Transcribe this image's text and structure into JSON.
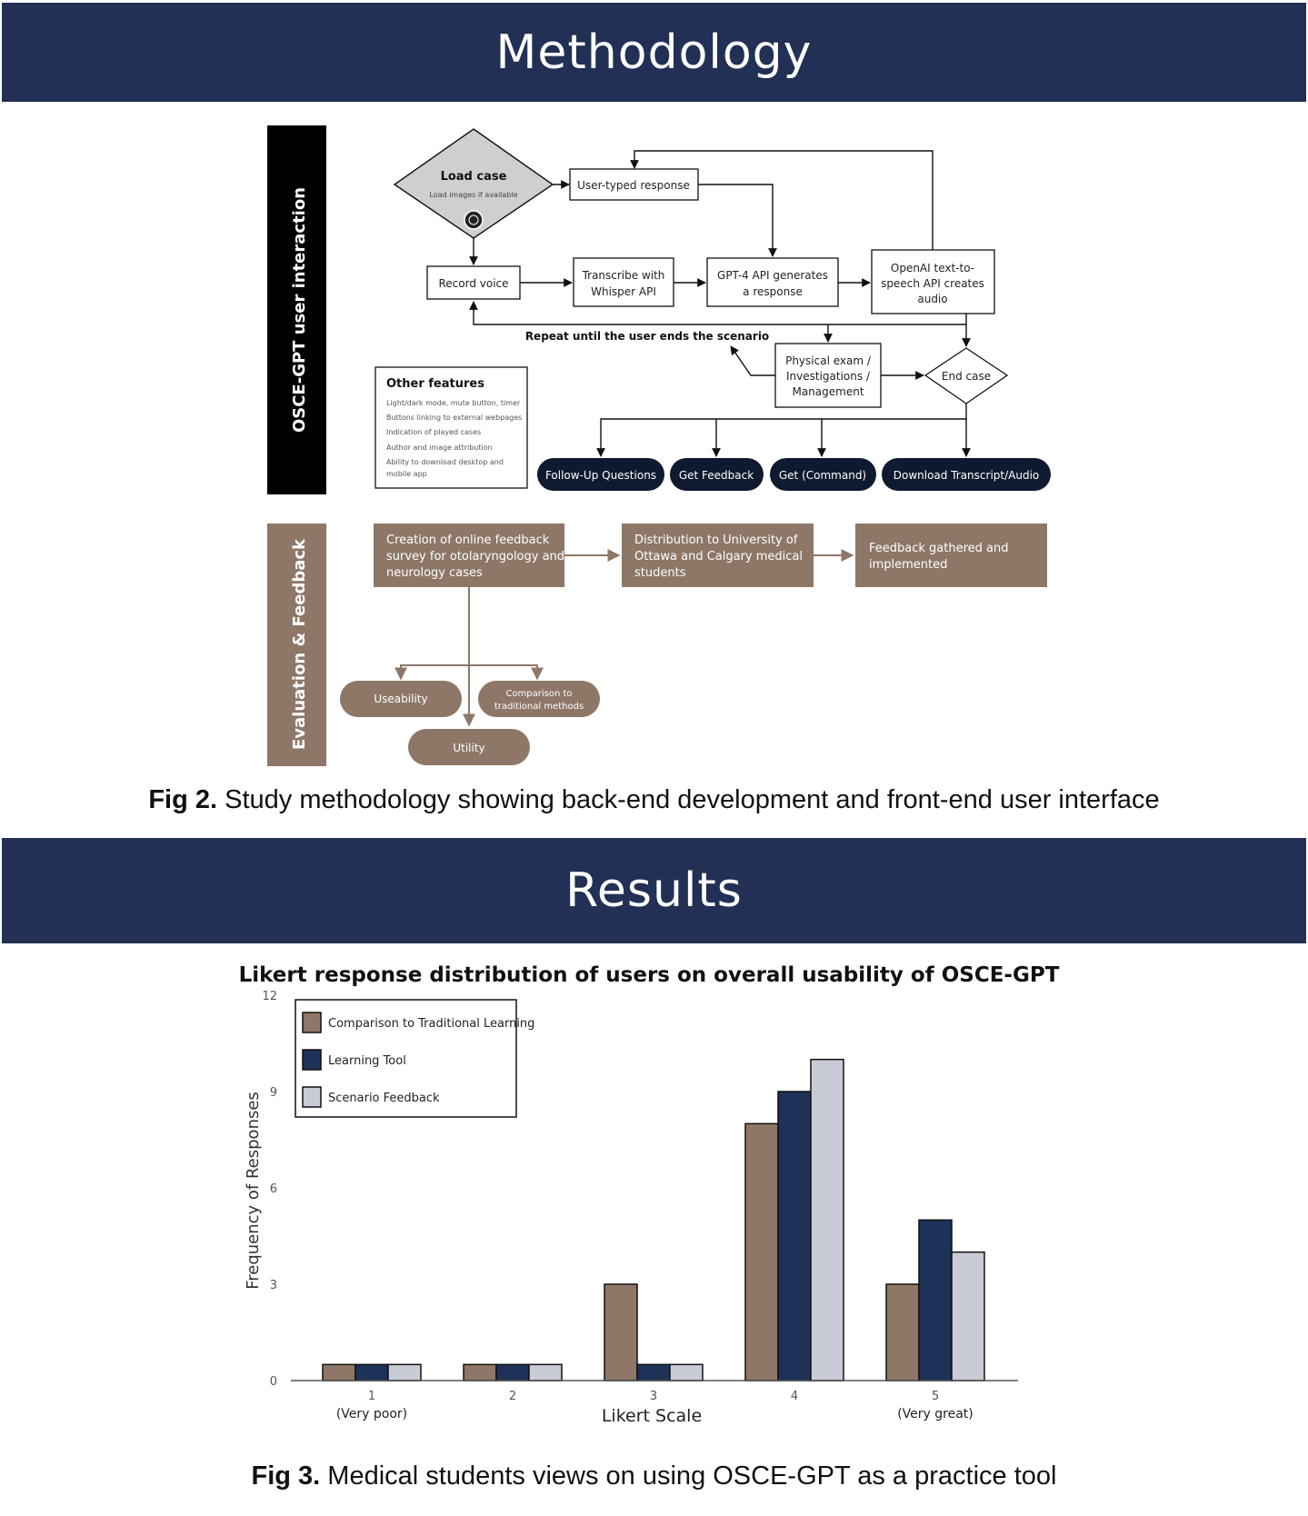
{
  "sections": {
    "methodology_title": "Methodology",
    "results_title": "Results"
  },
  "fig2": {
    "label": "Fig 2.",
    "text": " Study methodology showing back-end development and front-end user interface"
  },
  "fig3": {
    "label": "Fig 3.",
    "text": " Medical students views on using OSCE-GPT as a practice tool"
  },
  "diagram": {
    "side_label_top": "OSCE-GPT user interaction",
    "side_label_bottom": "Evaluation & Feedback",
    "load_case": "Load case",
    "load_case_sub": "Load images if available",
    "user_typed": "User-typed response",
    "record_voice": "Record voice",
    "transcribe_1": "Transcribe with",
    "transcribe_2": "Whisper API",
    "gpt_1": "GPT-4 API generates",
    "gpt_2": "a response",
    "tts_1": "OpenAI text-to-",
    "tts_2": "speech API creates",
    "tts_3": "audio",
    "repeat": "Repeat until the user ends the scenario",
    "physical_1": "Physical exam /",
    "physical_2": "Investigations /",
    "physical_3": "Management",
    "end_case": "End case",
    "other_title": "Other features",
    "other_items": [
      "Light/dark mode, mute button, timer",
      "Buttons linking to external webpages",
      "Indication of played cases",
      "Author and image attribution",
      "Ability to download desktop and",
      "mobile app"
    ],
    "pill_follow": "Follow-Up Questions",
    "pill_feedback": "Get Feedback",
    "pill_command": "Get (Command)",
    "pill_download": "Download Transcript/Audio",
    "eval_1a": "Creation of online feedback",
    "eval_1b": "survey for otolaryngology and",
    "eval_1c": "neurology cases",
    "eval_2a": "Distribution to University of",
    "eval_2b": "Ottawa and Calgary medical",
    "eval_2c": "students",
    "eval_3a": "Feedback gathered and",
    "eval_3b": "implemented",
    "oval_usability": "Useability",
    "oval_comparison_1": "Comparison to",
    "oval_comparison_2": "traditional methods",
    "oval_utility": "Utility"
  },
  "chart_data": {
    "type": "bar",
    "title": "Likert response distribution of users on overall usability of OSCE-GPT",
    "xlabel": "Likert Scale",
    "ylabel": "Frequency of Responses",
    "categories": [
      "1",
      "2",
      "3",
      "4",
      "5"
    ],
    "category_sublabels": [
      "(Very poor)",
      "",
      "",
      "",
      "(Very great)"
    ],
    "ylim": [
      0,
      12
    ],
    "yticks": [
      0,
      3,
      6,
      9,
      12
    ],
    "legend_position": "top-left",
    "grid": false,
    "series": [
      {
        "name": "Comparison to Traditional Learning",
        "color": "#8e7767",
        "values": [
          0.5,
          0.5,
          3,
          8,
          3
        ]
      },
      {
        "name": "Learning Tool",
        "color": "#1e3157",
        "values": [
          0.5,
          0.5,
          0.5,
          9,
          5
        ]
      },
      {
        "name": "Scenario Feedback",
        "color": "#c9ccd6",
        "values": [
          0.5,
          0.5,
          0.5,
          10,
          4
        ]
      }
    ]
  },
  "colors": {
    "navy": "#213054",
    "brown": "#8e7767",
    "grey_diamond": "#cfcfcf"
  }
}
